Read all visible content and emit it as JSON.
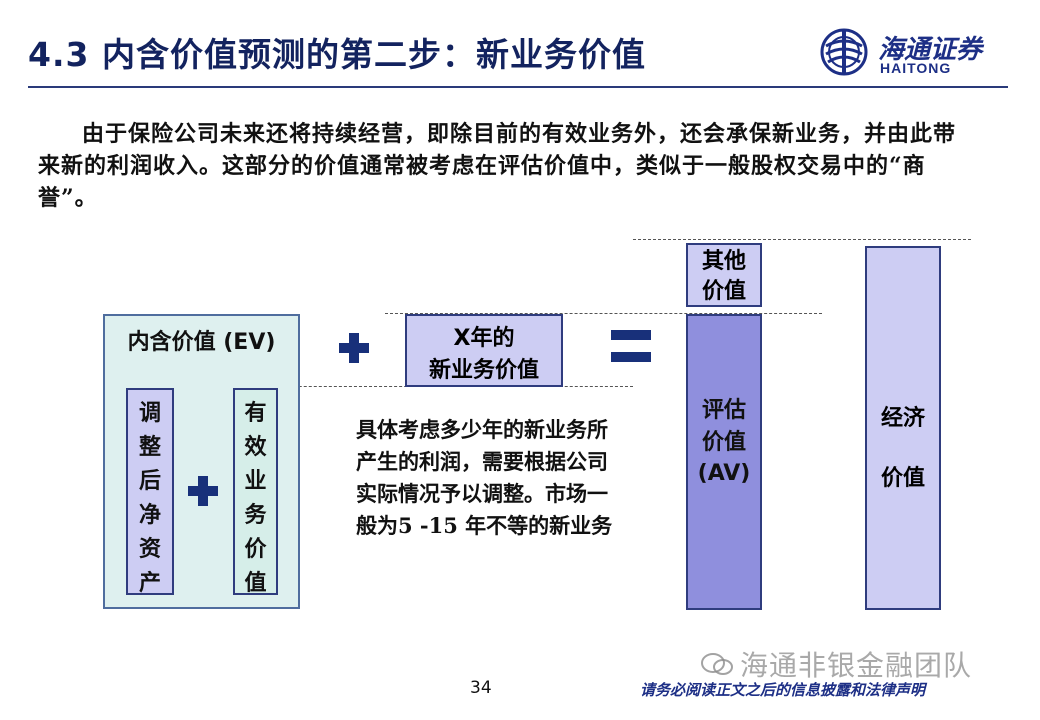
{
  "header": {
    "title": "4.3 内含价值预测的第二步：新业务价值",
    "logo_cn": "海通证券",
    "logo_en": "HAITONG"
  },
  "intro": "由于保险公司未来还将持续经营，即除目前的有效业务外，还会承保新业务，并由此带来新的利润收入。这部分的价值通常被考虑在评估价值中，类似于一般股权交易中的“商誉”。",
  "diagram": {
    "ev_title": "内含价值 (EV)",
    "adjusted_net_assets": [
      "调",
      "整",
      "后",
      "净",
      "资",
      "产"
    ],
    "inforce_value": [
      "有",
      "效",
      "业",
      "务",
      "价",
      "值"
    ],
    "new_business_line1": "X年的",
    "new_business_line2": "新业务价值",
    "other_value": [
      "其他",
      "价值"
    ],
    "appraisal_value": [
      "评估",
      "价值",
      "(AV)"
    ],
    "economic_value": [
      "经济",
      "价值"
    ],
    "note": "具体考虑多少年的新业务所产生的利润，需要根据公司实际情况予以调整。市场一般为5 -15 年不等的新业务"
  },
  "footer": {
    "page_number": "34",
    "disclaimer": "请务必阅读正文之后的信息披露和法律声明",
    "watermark": "海通非银金融团队"
  },
  "colors": {
    "title": "#13235f",
    "brand_blue": "#1d2f86",
    "box_light_purple": "#cdcdf3",
    "box_dark_purple": "#8f8fdd",
    "box_light_green": "#def0ef"
  }
}
